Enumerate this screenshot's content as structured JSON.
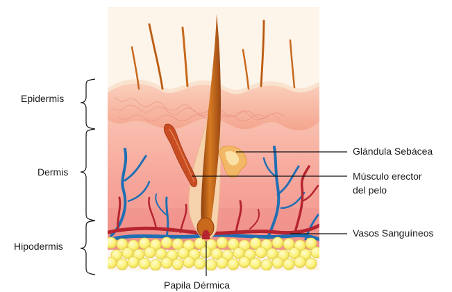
{
  "layers": {
    "epidermis": "Epidermis",
    "dermis": "Dermis",
    "hypodermis": "Hipodermis"
  },
  "structures": {
    "sebaceous_gland": "Glándula Sebácea",
    "arrector_muscle_line1": "Músculo erector",
    "arrector_muscle_line2": "del pelo",
    "blood_vessels": "Vasos Sanguíneos",
    "dermal_papilla": "Papila Dérmica"
  },
  "colors": {
    "background_panel": "#fdf4ea",
    "epidermis": "#f7b8a3",
    "dermis": "#f6a199",
    "hypodermis_fat": "#fbf37e",
    "hair": "#c8691c",
    "artery": "#b5242f",
    "vein": "#1f6fb3",
    "leader_line": "#111111"
  }
}
